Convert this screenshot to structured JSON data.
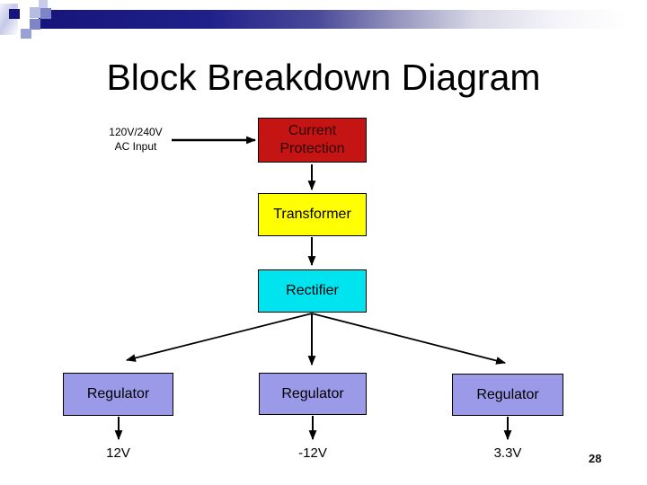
{
  "title": "Block Breakdown Diagram",
  "page_number": "28",
  "input": {
    "line1": "120V/240V",
    "line2": "AC Input"
  },
  "blocks": {
    "current_protection": {
      "line1": "Current",
      "line2": "Protection"
    },
    "transformer": "Transformer",
    "rectifier": "Rectifier",
    "regulators": [
      "Regulator",
      "Regulator",
      "Regulator"
    ],
    "outputs": [
      "12V",
      "-12V",
      "3.3V"
    ]
  },
  "colors": {
    "current_protection_fill": "#c41414",
    "transformer_fill": "#ffff00",
    "rectifier_fill": "#00e4f0",
    "regulator_fill": "#9a9ae8",
    "header_navy": "#15157b"
  }
}
